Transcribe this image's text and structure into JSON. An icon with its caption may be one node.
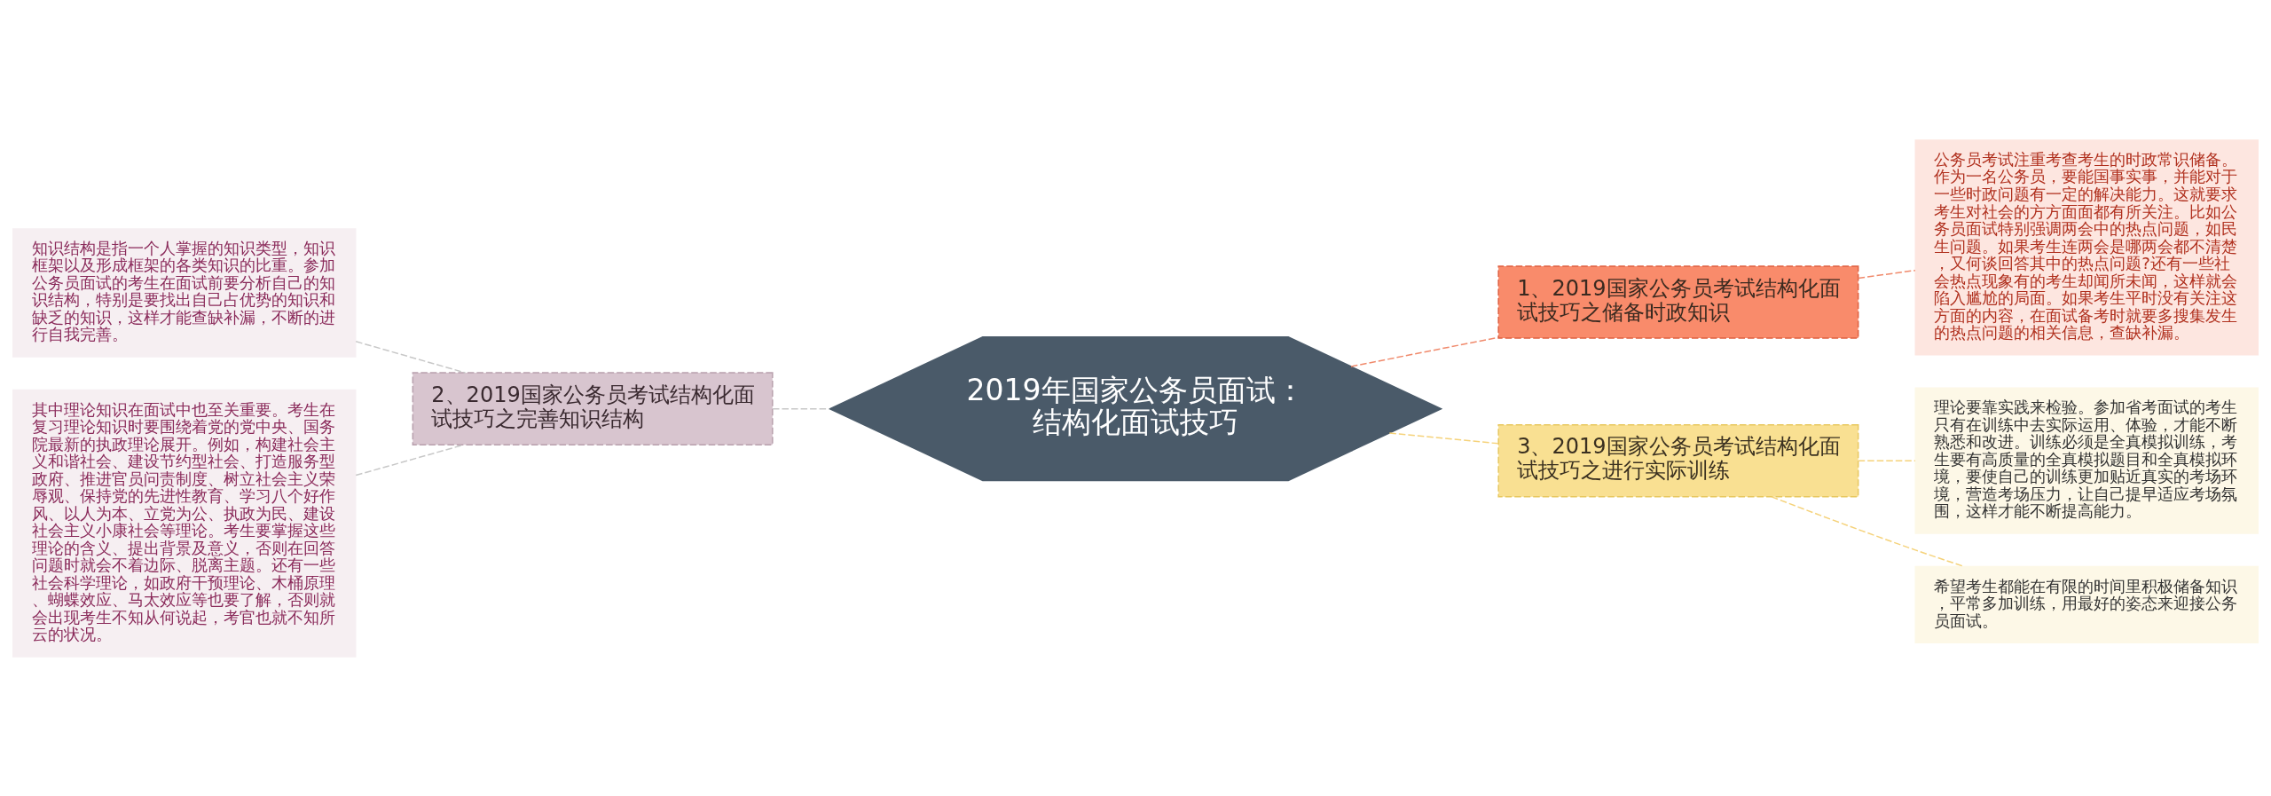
{
  "diagram": {
    "nodes": [
      {
        "text": [
          "2019年国家公务员面试：结构化面试技巧"
        ]
      },
      {
        "text": [
          "1、2019国家公务员考试结构化面试技巧之储备时政知识"
        ]
      },
      {
        "text": [
          "公务员考试注重考查考生的时政常识储备。作为一名公务员，要能国事实事，并能对于一些时政问题有一定的解决能力。这就要求考生对社会的方方面面都有所关注。比如公务员面试特别强调两会中的热点问题，如民生问题。如果考生连两会是哪两会都不清楚，又何谈回答其中的热点问题?还有一些社会热点现象有的考生却闻所未闻，这样就会陷入尴尬的局面。如果考生平时没有关注这方面的内容，在面试备考时就要多搜集发生的热点问题的相关信息，查缺补漏。"
        ]
      },
      {
        "text": [
          "2、2019国家公务员考试结构化面试技巧之完善知识结构"
        ]
      },
      {
        "text": [
          "知识结构是指一个人掌握的知识类型，知识框架以及形成框架的各类知识的比重。参加公务员面试的考生在面试前要分析自己的知识结构，特别是要找出自己占优势的知识和缺乏的知识，这样才能查缺补漏，不断的进行自我完善。"
        ]
      },
      {
        "text": [
          "其中理论知识在面试中也至关重要。考生在复习理论知识时要围绕着党的党中央、国务院最新的执政理论展开。例如，构建社会主义和谐社会、建设节约型社会、打造服务型政府、推进官员问责制度、树立社会主义荣辱观、保持党的先进性教育、学习八个好作风、以人为本、立党为公、执政为民、建设社会主义小康社会等理论。考生要掌握这些理论的含义、提出背景及意义，否则在回答问题时就会不着边际、脱离主题。还有一些社会科学理论，如政府干预理论、木桶原理、蝴蝶效应、马太效应等也要了解，否则就会出现考生不知从何说起，考官也就不知所云的状况。"
        ]
      },
      {
        "text": [
          "3、2019国家公务员考试结构化面试技巧之进行实际训练"
        ]
      },
      {
        "text": [
          "理论要靠实践来检验。参加省考面试的考生只有在训练中去实际运用、体验，才能不断熟悉和改进。训练必须是全真模拟训练，考生要有高质量的全真模拟题目和全真模拟环境，要使自己的训练更加贴近真实的考场环境，营造考场压力，让自己提早适应考场氛围，这样才能不断提高能力。"
        ]
      },
      {
        "text": [
          "希望考生都能在有限的时间里积极储备知识，平常多加训练，用最好的姿态来迎接公务员面试。"
        ]
      }
    ],
    "edges": [
      {
        "from": 0,
        "to": 1,
        "arrow": "none",
        "style": "dashed",
        "color": "#f08a6c"
      },
      {
        "from": 1,
        "to": 2,
        "arrow": "none",
        "style": "dashed",
        "color": "#f08a6c"
      },
      {
        "from": 3,
        "to": 0,
        "arrow": "none",
        "style": "dashed",
        "color": "#c8c8c8"
      },
      {
        "from": 4,
        "to": 3,
        "arrow": "none",
        "style": "dashed",
        "color": "#c8c8c8"
      },
      {
        "from": 5,
        "to": 3,
        "arrow": "none",
        "style": "dashed",
        "color": "#c8c8c8"
      },
      {
        "from": 0,
        "to": 6,
        "arrow": "none",
        "style": "dashed",
        "color": "#f5d27a"
      },
      {
        "from": 6,
        "to": 7,
        "arrow": "none",
        "style": "dashed",
        "color": "#f5d27a"
      },
      {
        "from": 6,
        "to": 8,
        "arrow": "none",
        "style": "dashed",
        "color": "#f5d27a"
      }
    ]
  }
}
